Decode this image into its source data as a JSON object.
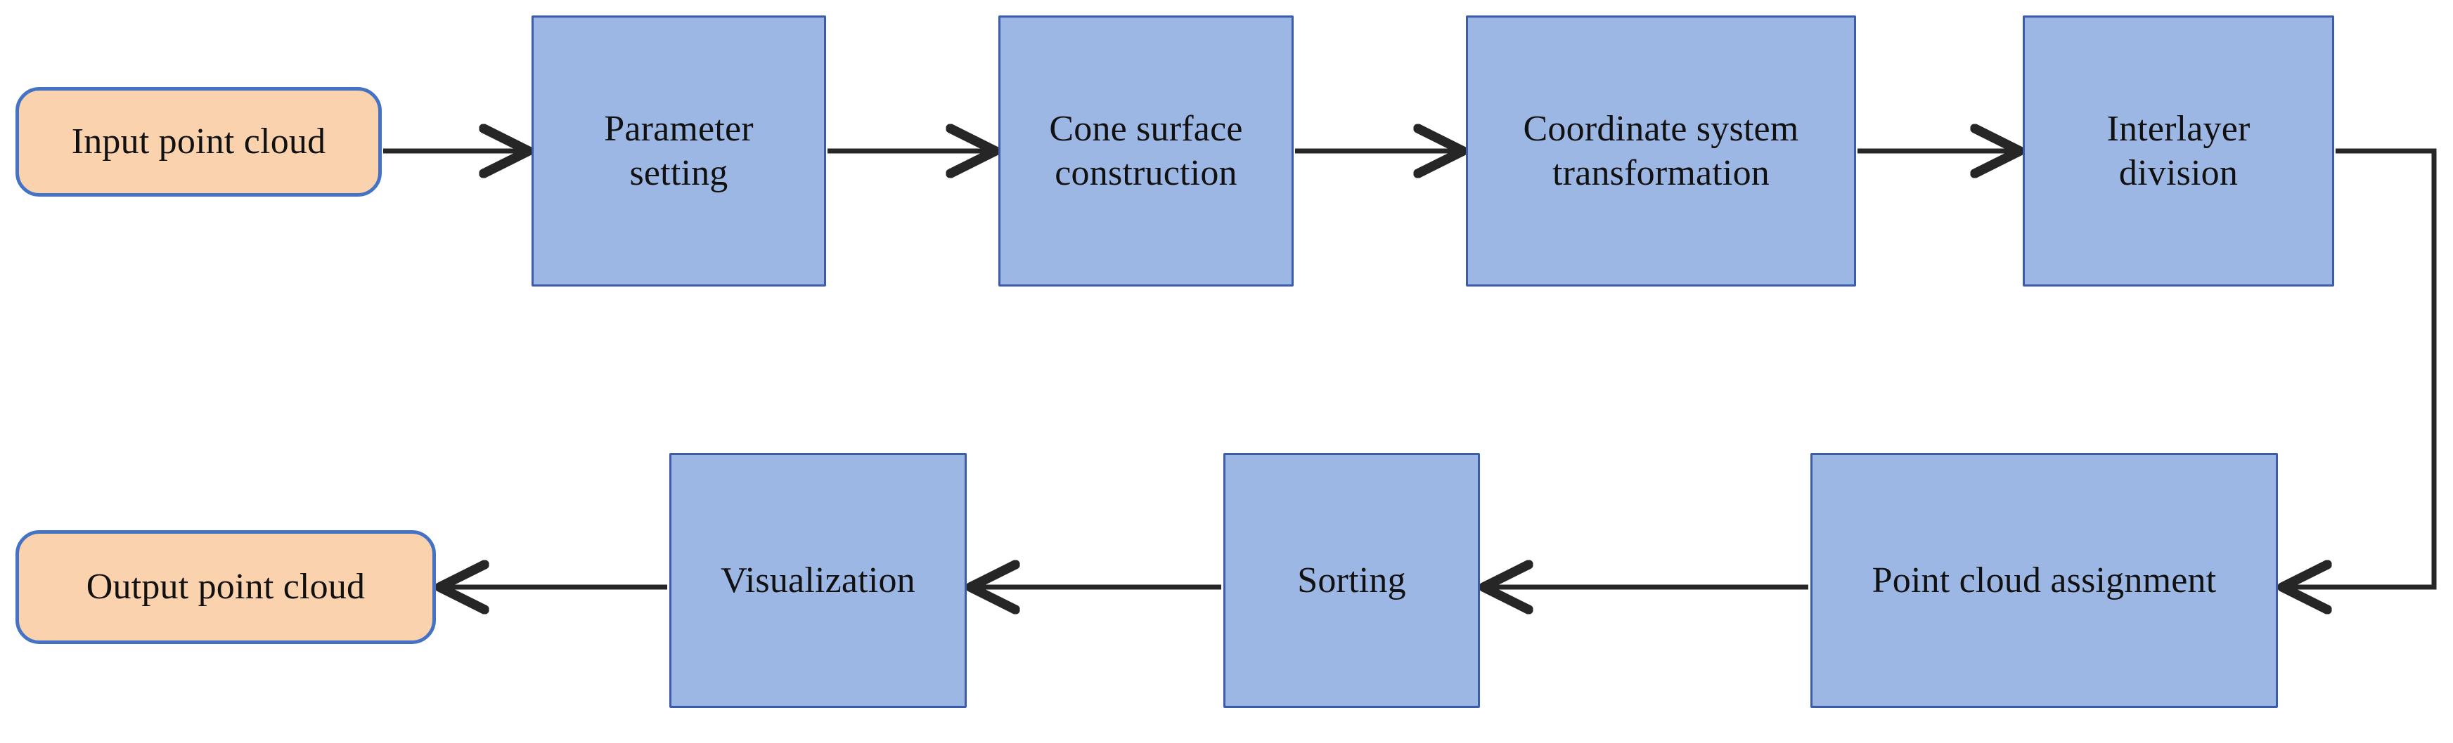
{
  "diagram": {
    "title": "Point cloud interlayer division processing flowchart",
    "background_color": "#ffffff",
    "process_fill": "#9DB7E4",
    "process_stroke": "#3C5BA8",
    "terminal_fill": "#FAD3AE",
    "terminal_stroke": "#4472C4",
    "edge_color": "#262626",
    "text_color": "#111111"
  },
  "nodes": {
    "input_point_cloud": {
      "label": "Input point cloud",
      "shape": "rounded-rectangle",
      "role": "terminal"
    },
    "parameter_setting": {
      "label": "Parameter\nsetting",
      "shape": "rectangle",
      "role": "process"
    },
    "cone_surface_construction": {
      "label": "Cone surface\nconstruction",
      "shape": "rectangle",
      "role": "process"
    },
    "coordinate_system_transformation": {
      "label": "Coordinate system\ntransformation",
      "shape": "rectangle",
      "role": "process"
    },
    "interlayer_division": {
      "label": "Interlayer\ndivision",
      "shape": "rectangle",
      "role": "process"
    },
    "point_cloud_assignment": {
      "label": "Point cloud assignment",
      "shape": "rectangle",
      "role": "process"
    },
    "sorting": {
      "label": "Sorting",
      "shape": "rectangle",
      "role": "process"
    },
    "visualization": {
      "label": "Visualization",
      "shape": "rectangle",
      "role": "process"
    },
    "output_point_cloud": {
      "label": "Output point cloud",
      "shape": "rounded-rectangle",
      "role": "terminal"
    }
  },
  "edges": [
    {
      "from": "input_point_cloud",
      "to": "parameter_setting",
      "direction": "right",
      "style": "straight"
    },
    {
      "from": "parameter_setting",
      "to": "cone_surface_construction",
      "direction": "right",
      "style": "straight"
    },
    {
      "from": "cone_surface_construction",
      "to": "coordinate_system_transformation",
      "direction": "right",
      "style": "straight"
    },
    {
      "from": "coordinate_system_transformation",
      "to": "interlayer_division",
      "direction": "right",
      "style": "straight"
    },
    {
      "from": "interlayer_division",
      "to": "point_cloud_assignment",
      "direction": "down-left",
      "style": "elbow"
    },
    {
      "from": "point_cloud_assignment",
      "to": "sorting",
      "direction": "left",
      "style": "straight"
    },
    {
      "from": "sorting",
      "to": "visualization",
      "direction": "left",
      "style": "straight"
    },
    {
      "from": "visualization",
      "to": "output_point_cloud",
      "direction": "left",
      "style": "straight"
    }
  ]
}
